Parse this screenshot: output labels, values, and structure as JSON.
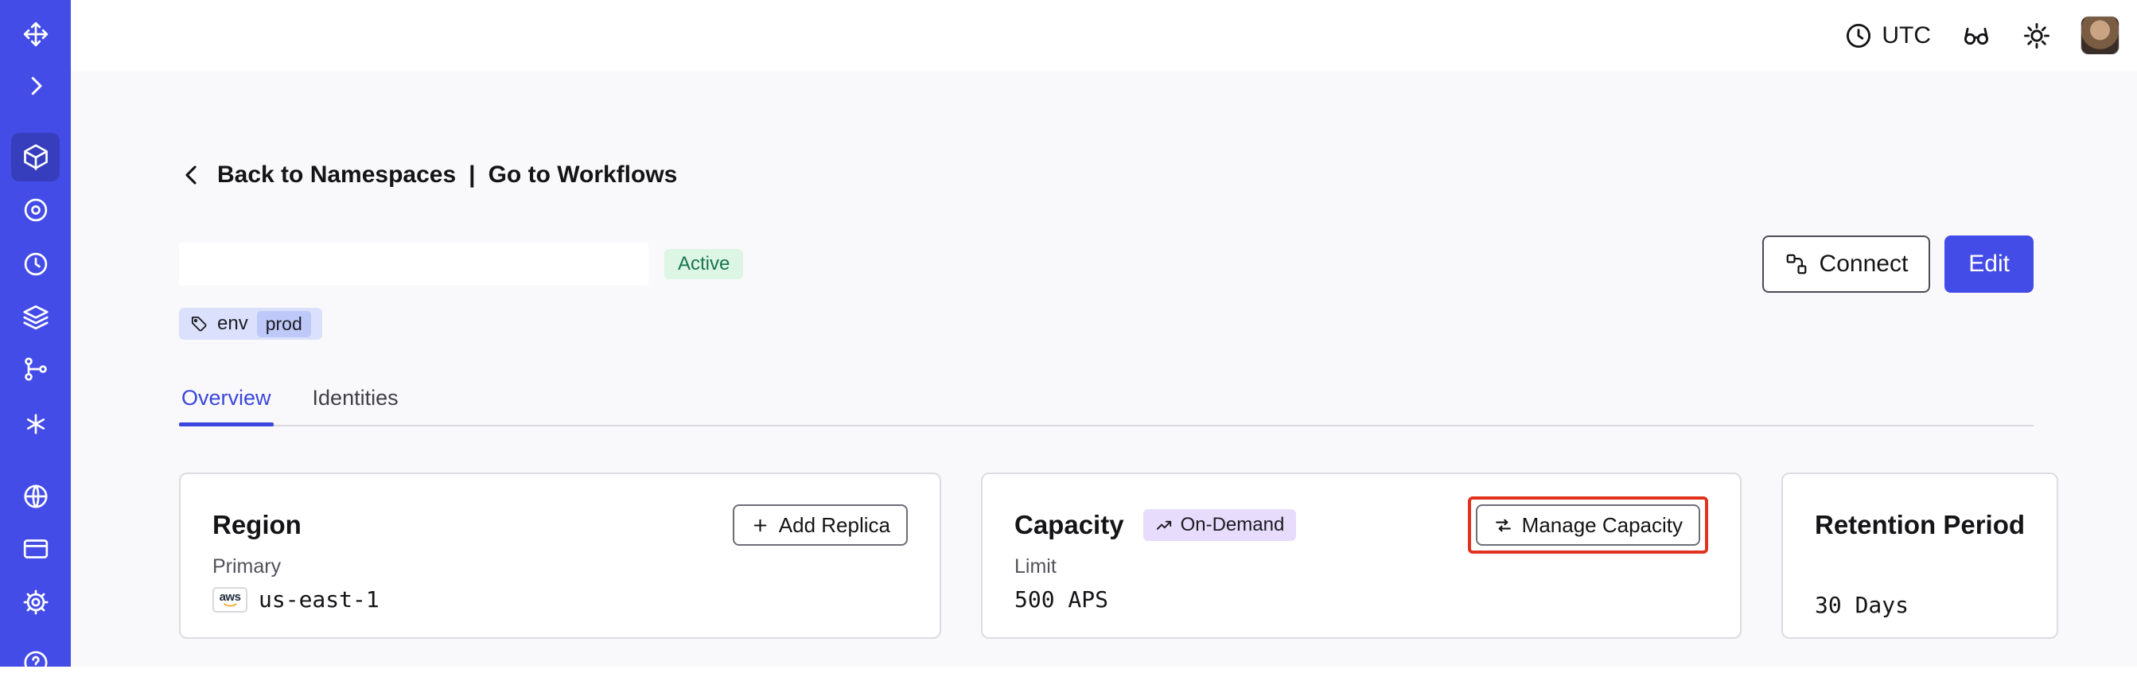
{
  "topbar": {
    "timezone": "UTC"
  },
  "sidebar": {
    "icons": [
      "logo",
      "chevron-right",
      "cube",
      "target",
      "clock",
      "layers",
      "branch",
      "asterisk",
      "globe",
      "credit-card",
      "gear",
      "help"
    ]
  },
  "nav": {
    "back_label": "Back to Namespaces",
    "separator": "|",
    "workflows_label": "Go to Workflows"
  },
  "header": {
    "status": "Active",
    "tag_key": "env",
    "tag_value": "prod",
    "connect_label": "Connect",
    "edit_label": "Edit"
  },
  "tabs": [
    {
      "label": "Overview",
      "active": true
    },
    {
      "label": "Identities",
      "active": false
    }
  ],
  "cards": {
    "region": {
      "title": "Region",
      "action_label": "Add Replica",
      "field_label": "Primary",
      "provider": "aws",
      "value": "us-east-1"
    },
    "capacity": {
      "title": "Capacity",
      "badge": "On-Demand",
      "action_label": "Manage Capacity",
      "field_label": "Limit",
      "value": "500 APS"
    },
    "retention": {
      "title": "Retention Period",
      "value": "30 Days"
    }
  },
  "colors": {
    "sidebar": "#444CE7",
    "accent": "#3A46DD",
    "status_badge_bg": "#DCF5E5",
    "tag_bg": "#DBE1FC",
    "tag_value_bg": "#BEC9F9",
    "ondemand_badge_bg": "#E7DCFB",
    "annotation_red": "#E0321F",
    "main_bg": "#F9F9FB"
  }
}
